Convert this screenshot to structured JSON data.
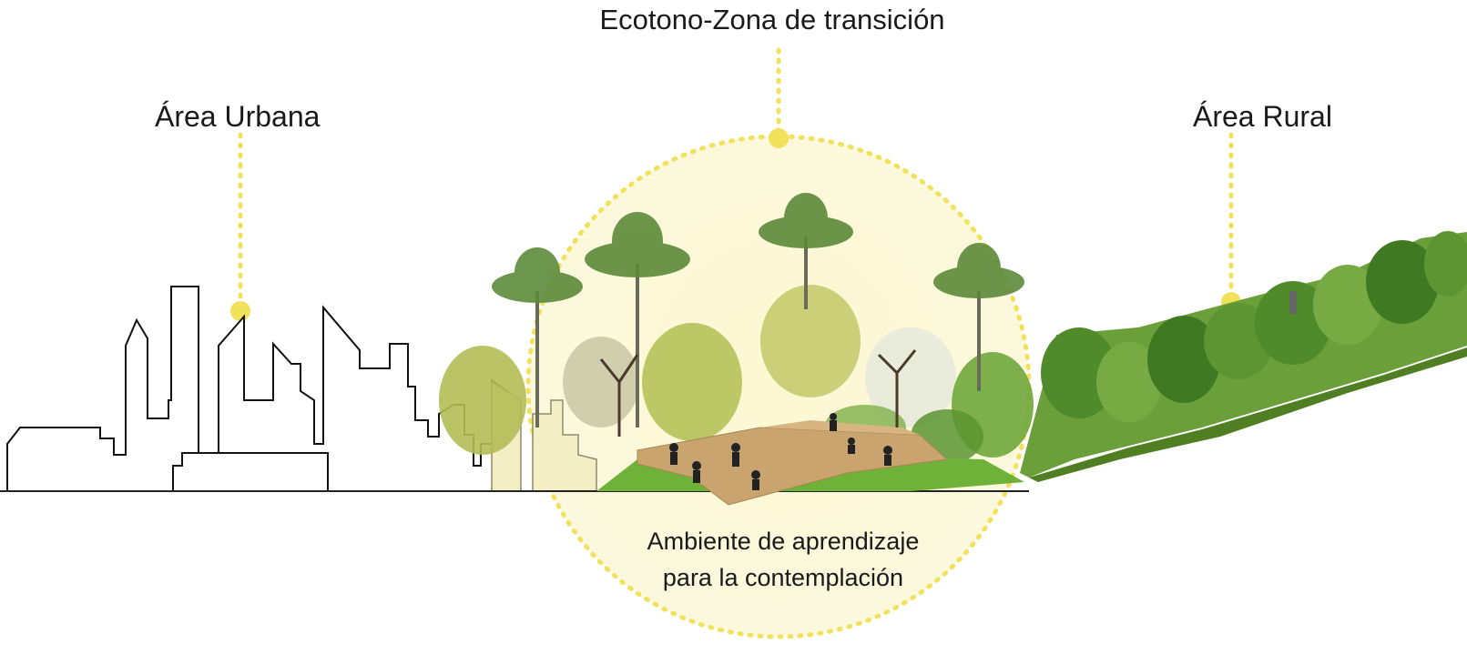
{
  "labels": {
    "ecotone": "Ecotono-Zona de transición",
    "urban": "Área Urbana",
    "rural": "Área Rural",
    "center_line1": "Ambiente de aprendizaje",
    "center_line2": "para la contemplación"
  },
  "colors": {
    "accent_yellow": "#f2e15a",
    "circle_fill": "#fbf7cf",
    "outline": "#111111",
    "foliage_dark": "#4f8a2b",
    "foliage_light": "#9cc25a",
    "deck_wood": "#c9a46f"
  }
}
